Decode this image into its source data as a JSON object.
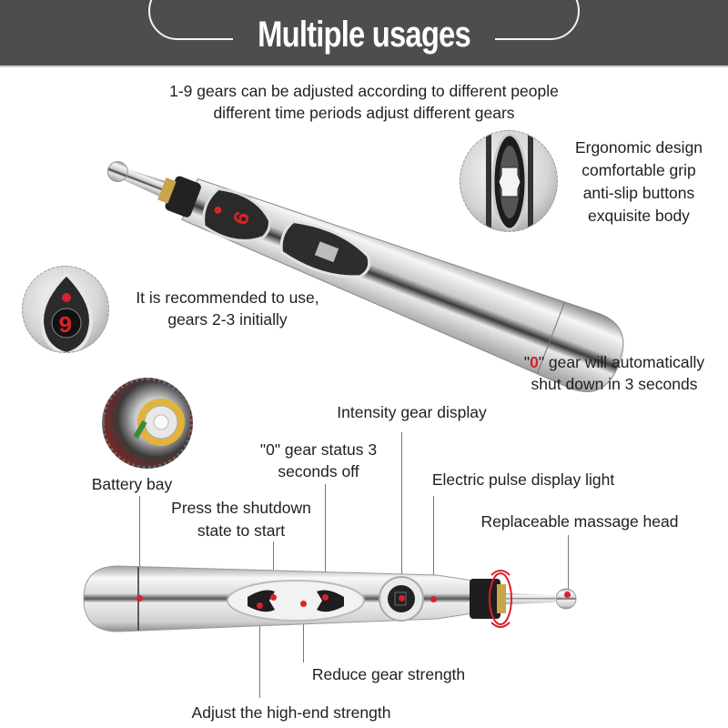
{
  "header": {
    "title": "Multiple usages",
    "background_color": "#4d4d4d"
  },
  "intro": {
    "line1": "1-9 gears can be adjusted according to different people",
    "line2": "different time periods adjust different gears"
  },
  "callouts": {
    "ergonomic": {
      "line1": "Ergonomic design",
      "line2": "comfortable grip",
      "line3": "anti-slip buttons",
      "line4": "exquisite body"
    },
    "recommend": {
      "line1": "It is recommended to use,",
      "line2": "gears 2-3 initially",
      "display_digit": "9"
    },
    "auto_off": {
      "quote_open": "\"",
      "zero": "0",
      "line1_rest": "\" gear will automatically",
      "line2": "shut down in 3 seconds"
    }
  },
  "top_pen": {
    "display_digit": "9"
  },
  "diagram_labels": {
    "battery_bay": "Battery bay",
    "press_shutdown_1": "Press the shutdown",
    "press_shutdown_2": "state to start",
    "zero_gear_1": "\"0\" gear status 3",
    "zero_gear_2": "seconds off",
    "intensity_display": "Intensity gear display",
    "pulse_light": "Electric pulse display light",
    "massage_head": "Replaceable massage head",
    "reduce_strength": "Reduce gear strength",
    "adjust_high": "Adjust the high-end strength"
  },
  "colors": {
    "accent_red": "#d8222a",
    "text": "#1f1f1f",
    "chrome_light": "#f4f4f4",
    "chrome_dark": "#7a7a7a"
  }
}
